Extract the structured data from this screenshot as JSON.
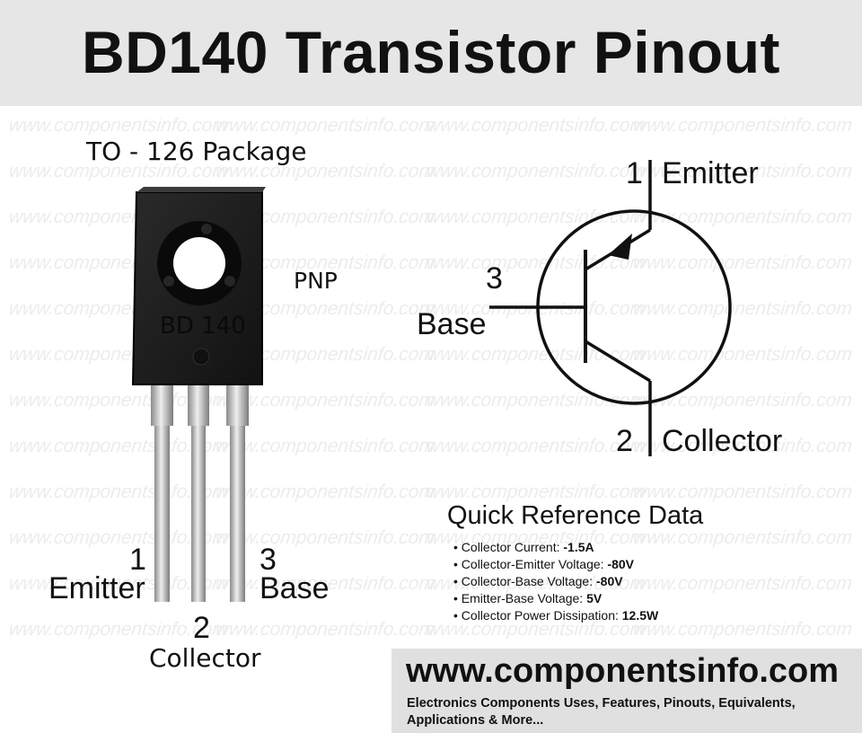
{
  "title": "BD140 Transistor Pinout",
  "watermark_text": "www.componentsinfo.com",
  "package": {
    "label": "TO - 126 Package",
    "marking": "BD 140",
    "polarity": "PNP",
    "pins": [
      {
        "number": "1",
        "name": "Emitter"
      },
      {
        "number": "2",
        "name": "Collector"
      },
      {
        "number": "3",
        "name": "Base"
      }
    ]
  },
  "symbol": {
    "emitter_number": "1",
    "emitter_label": "Emitter",
    "collector_number": "2",
    "collector_label": "Collector",
    "base_number": "3",
    "base_label": "Base"
  },
  "quick_reference": {
    "title": "Quick Reference Data",
    "items": [
      {
        "label": "Collector Current: ",
        "value": "-1.5A"
      },
      {
        "label": "Collector-Emitter Voltage: ",
        "value": "-80V"
      },
      {
        "label": "Collector-Base Voltage: ",
        "value": "-80V"
      },
      {
        "label": "Emitter-Base Voltage: ",
        "value": "5V"
      },
      {
        "label": "Collector Power Dissipation: ",
        "value": "12.5W"
      }
    ]
  },
  "footer": {
    "url": "www.componentsinfo.com",
    "tagline": "Electronics Components Uses, Features, Pinouts, Equivalents, Applications & More..."
  },
  "colors": {
    "header_bg": "#e6e6e6",
    "footer_bg": "#e0e0e0",
    "package_body": "#1c1c1c",
    "leads": "#bdbdbd",
    "text": "#111111"
  }
}
